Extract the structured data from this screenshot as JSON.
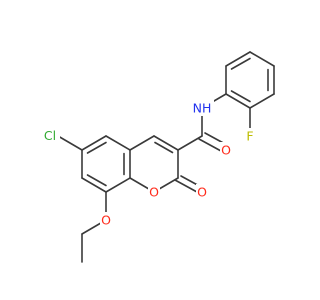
{
  "atoms": {
    "cl": {
      "text": "Cl",
      "color": "#33aa33"
    },
    "o_ether": {
      "text": "O",
      "color": "#ff2a1a"
    },
    "o_ring": {
      "text": "O",
      "color": "#ff2a1a"
    },
    "o_lactone": {
      "text": "O",
      "color": "#ff2a1a"
    },
    "o_amide": {
      "text": "O",
      "color": "#ff2a1a"
    },
    "nh": {
      "text": "NH",
      "color": "#2233ee"
    },
    "f": {
      "text": "F",
      "color": "#bdbd00"
    }
  }
}
